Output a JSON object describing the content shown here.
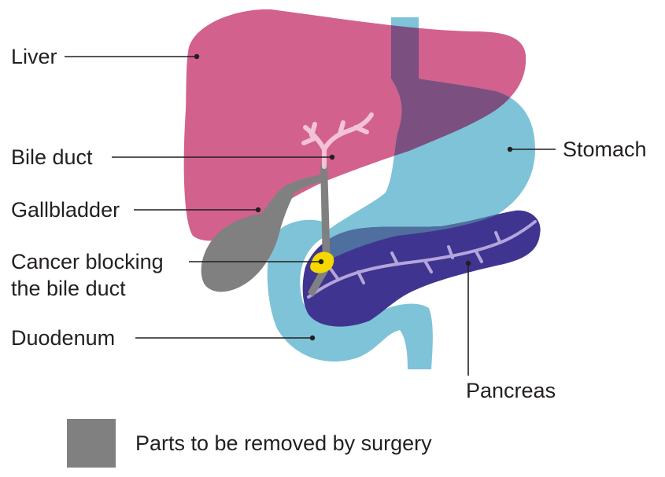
{
  "labels": {
    "liver": "Liver",
    "bile_duct": "Bile duct",
    "gallbladder": "Gallbladder",
    "cancer": "Cancer blocking\nthe bile duct",
    "duodenum": "Duodenum",
    "stomach": "Stomach",
    "pancreas": "Pancreas"
  },
  "legend": {
    "text": "Parts to be removed by surgery",
    "swatch_color": "#808080"
  },
  "colors": {
    "liver": "#d2618e",
    "stomach": "#7fc3d8",
    "stomach_liver_overlap": "#7b4f80",
    "duodenum": "#7fc3d8",
    "pancreas": "#3f3590",
    "pancreas_overlap": "#4f6f9e",
    "pancreatic_duct": "#b4a6dc",
    "gallbladder": "#808080",
    "bile_duct_branches": "#f2c2d6",
    "tumour": "#f5d800",
    "leader_line": "#231f20"
  }
}
